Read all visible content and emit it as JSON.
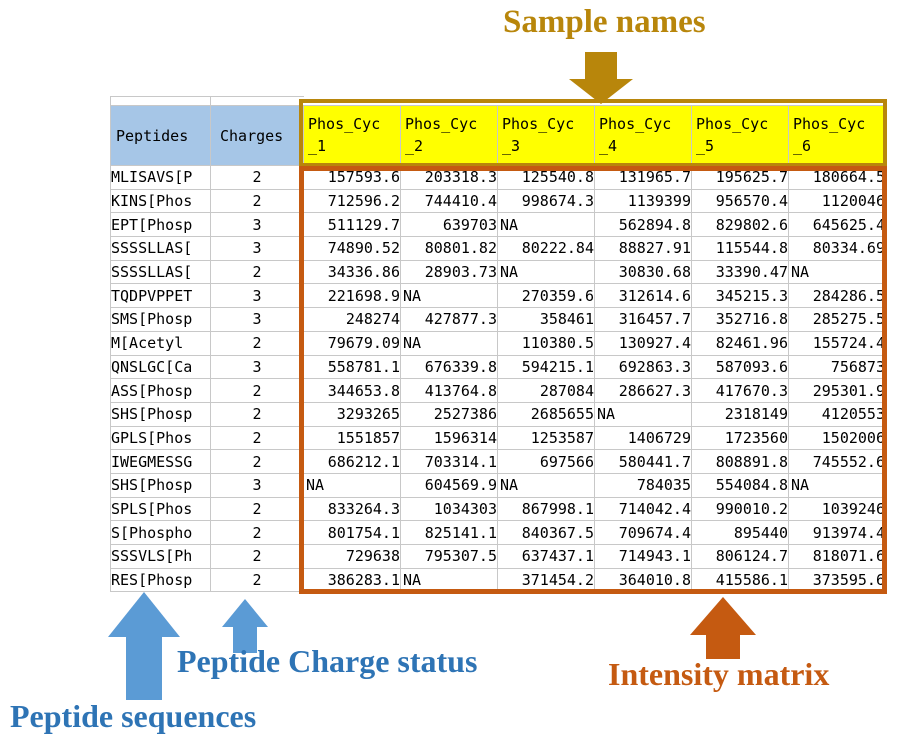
{
  "annotations": {
    "sample_names": "Sample names",
    "peptide_sequences": "Peptide sequences",
    "peptide_charge_status": "Peptide Charge status",
    "intensity_matrix": "Intensity matrix"
  },
  "colors": {
    "dark_yellow": "#B8860B",
    "orange": "#C55A11",
    "blue_arrow": "#5B9BD5",
    "blue_text": "#2E74B5",
    "grid_line": "#C8C8C8",
    "header_blue_bg": "#A6C6E7",
    "sample_yellow_bg": "#FFFF00"
  },
  "table": {
    "peptides_header": "Peptides",
    "charges_header": "Charges",
    "sample_columns": [
      {
        "line1": "Phos_Cyc",
        "line2": "_1"
      },
      {
        "line1": "Phos_Cyc",
        "line2": "_2"
      },
      {
        "line1": "Phos_Cyc",
        "line2": "_3"
      },
      {
        "line1": "Phos_Cyc",
        "line2": "_4"
      },
      {
        "line1": "Phos_Cyc",
        "line2": "_5"
      },
      {
        "line1": "Phos_Cyc",
        "line2": "_6"
      }
    ],
    "rows": [
      {
        "peptide": "MLISAVS[P",
        "charge": "2",
        "values": [
          "157593.6",
          "203318.3",
          "125540.8",
          "131965.7",
          "195625.7",
          "180664.5"
        ]
      },
      {
        "peptide": "KINS[Phos",
        "charge": "2",
        "values": [
          "712596.2",
          "744410.4",
          "998674.3",
          "1139399",
          "956570.4",
          "1120046"
        ]
      },
      {
        "peptide": "EPT[Phosp",
        "charge": "3",
        "values": [
          "511129.7",
          "639703",
          "NA",
          "562894.8",
          "829802.6",
          "645625.4"
        ]
      },
      {
        "peptide": "SSSSLLAS[",
        "charge": "3",
        "values": [
          "74890.52",
          "80801.82",
          "80222.84",
          "88827.91",
          "115544.8",
          "80334.69"
        ]
      },
      {
        "peptide": "SSSSLLAS[",
        "charge": "2",
        "values": [
          "34336.86",
          "28903.73",
          "NA",
          "30830.68",
          "33390.47",
          "NA"
        ]
      },
      {
        "peptide": "TQDPVPPET",
        "charge": "3",
        "values": [
          "221698.9",
          "NA",
          "270359.6",
          "312614.6",
          "345215.3",
          "284286.5"
        ]
      },
      {
        "peptide": "SMS[Phosp",
        "charge": "3",
        "values": [
          "248274",
          "427877.3",
          "358461",
          "316457.7",
          "352716.8",
          "285275.5"
        ]
      },
      {
        "peptide": "M[Acetyl",
        "charge": "2",
        "values": [
          "79679.09",
          "NA",
          "110380.5",
          "130927.4",
          "82461.96",
          "155724.4"
        ]
      },
      {
        "peptide": "QNSLGC[Ca",
        "charge": "3",
        "values": [
          "558781.1",
          "676339.8",
          "594215.1",
          "692863.3",
          "587093.6",
          "756873"
        ]
      },
      {
        "peptide": "ASS[Phosp",
        "charge": "2",
        "values": [
          "344653.8",
          "413764.8",
          "287084",
          "286627.3",
          "417670.3",
          "295301.9"
        ]
      },
      {
        "peptide": "SHS[Phosp",
        "charge": "2",
        "values": [
          "3293265",
          "2527386",
          "2685655",
          "NA",
          "2318149",
          "4120553"
        ]
      },
      {
        "peptide": "GPLS[Phos",
        "charge": "2",
        "values": [
          "1551857",
          "1596314",
          "1253587",
          "1406729",
          "1723560",
          "1502006"
        ]
      },
      {
        "peptide": "IWEGMESSG",
        "charge": "2",
        "values": [
          "686212.1",
          "703314.1",
          "697566",
          "580441.7",
          "808891.8",
          "745552.6"
        ]
      },
      {
        "peptide": "SHS[Phosp",
        "charge": "3",
        "values": [
          "NA",
          "604569.9",
          "NA",
          "784035",
          "554084.8",
          "NA"
        ]
      },
      {
        "peptide": "SPLS[Phos",
        "charge": "2",
        "values": [
          "833264.3",
          "1034303",
          "867998.1",
          "714042.4",
          "990010.2",
          "1039246"
        ]
      },
      {
        "peptide": "S[Phospho",
        "charge": "2",
        "values": [
          "801754.1",
          "825141.1",
          "840367.5",
          "709674.4",
          "895440",
          "913974.4"
        ]
      },
      {
        "peptide": "SSSVLS[Ph",
        "charge": "2",
        "values": [
          "729638",
          "795307.5",
          "637437.1",
          "714943.1",
          "806124.7",
          "818071.6"
        ]
      },
      {
        "peptide": "RES[Phosp",
        "charge": "2",
        "values": [
          "386283.1",
          "NA",
          "371454.2",
          "364010.8",
          "415586.1",
          "373595.6"
        ]
      }
    ]
  }
}
